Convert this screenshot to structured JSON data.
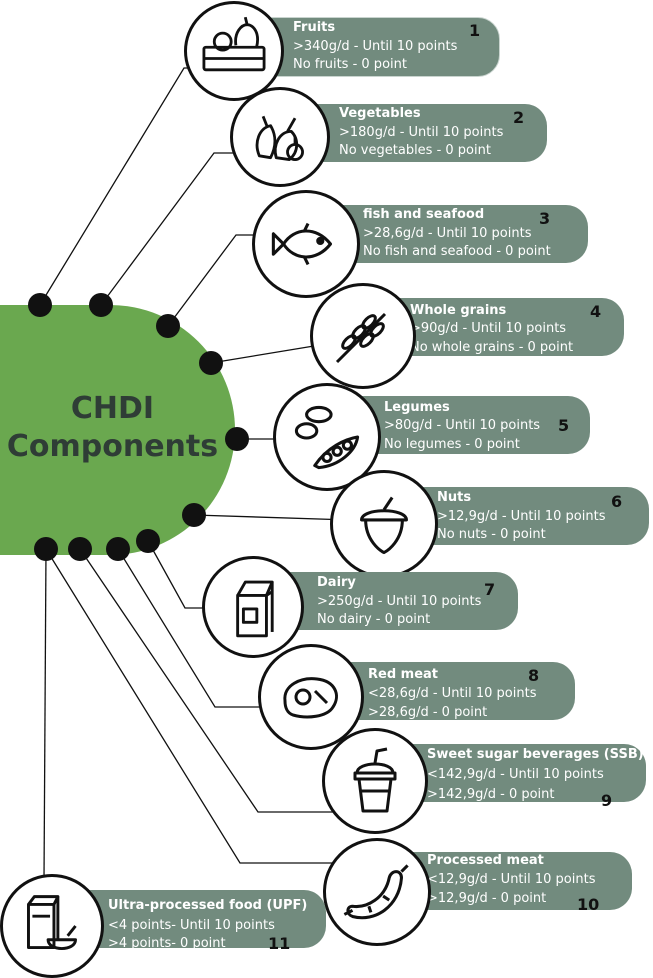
{
  "hub": {
    "line1": "CHDI",
    "line2": "Components"
  },
  "items": [
    {
      "title": "Fruits",
      "line1": ">340g/d - Until 10 points",
      "line2": "No fruits - 0 point",
      "num": "1",
      "icon": "fruit-crate-icon"
    },
    {
      "title": "Vegetables",
      "line1": ">180g/d - Until 10 points",
      "line2": "No vegetables - 0 point",
      "num": "2",
      "icon": "vegetables-icon"
    },
    {
      "title": "fish and seafood",
      "line1": ">28,6g/d - Until 10 points",
      "line2": "No fish and seafood - 0 point",
      "num": "3",
      "icon": "fish-icon"
    },
    {
      "title": "Whole grains",
      "line1": ">90g/d - Until 10 points",
      "line2": "No whole grains - 0 point",
      "num": "4",
      "icon": "wheat-icon"
    },
    {
      "title": "Legumes",
      "line1": ">80g/d - Until 10 points",
      "line2": "No legumes - 0 point",
      "num": "5",
      "icon": "legumes-icon"
    },
    {
      "title": "Nuts",
      "line1": ">12,9g/d - Until 10 points",
      "line2": "No nuts - 0 point",
      "num": "6",
      "icon": "acorn-icon"
    },
    {
      "title": "Dairy",
      "line1": ">250g/d - Until 10 points",
      "line2": "No dairy - 0 point",
      "num": "7",
      "icon": "milk-carton-icon"
    },
    {
      "title": "Red meat",
      "line1": "<28,6g/d - Until 10 points",
      "line2": ">28,6g/d - 0 point",
      "num": "8",
      "icon": "steak-icon"
    },
    {
      "title": "Sweet sugar beverages (SSB)",
      "line1": "<142,9g/d - Until 10 points",
      "line2": ">142,9g/d - 0 point",
      "num": "9",
      "icon": "soda-cup-icon"
    },
    {
      "title": "Processed meat",
      "line1": "<12,9g/d - Until 10 points",
      "line2": ">12,9g/d - 0 point",
      "num": "10",
      "icon": "sausage-icon"
    },
    {
      "title": "Ultra-processed food (UPF)",
      "line1": "<4 points- Until 10 points",
      "line2": ">4 points- 0 point",
      "num": "11",
      "icon": "cereal-box-icon"
    }
  ]
}
